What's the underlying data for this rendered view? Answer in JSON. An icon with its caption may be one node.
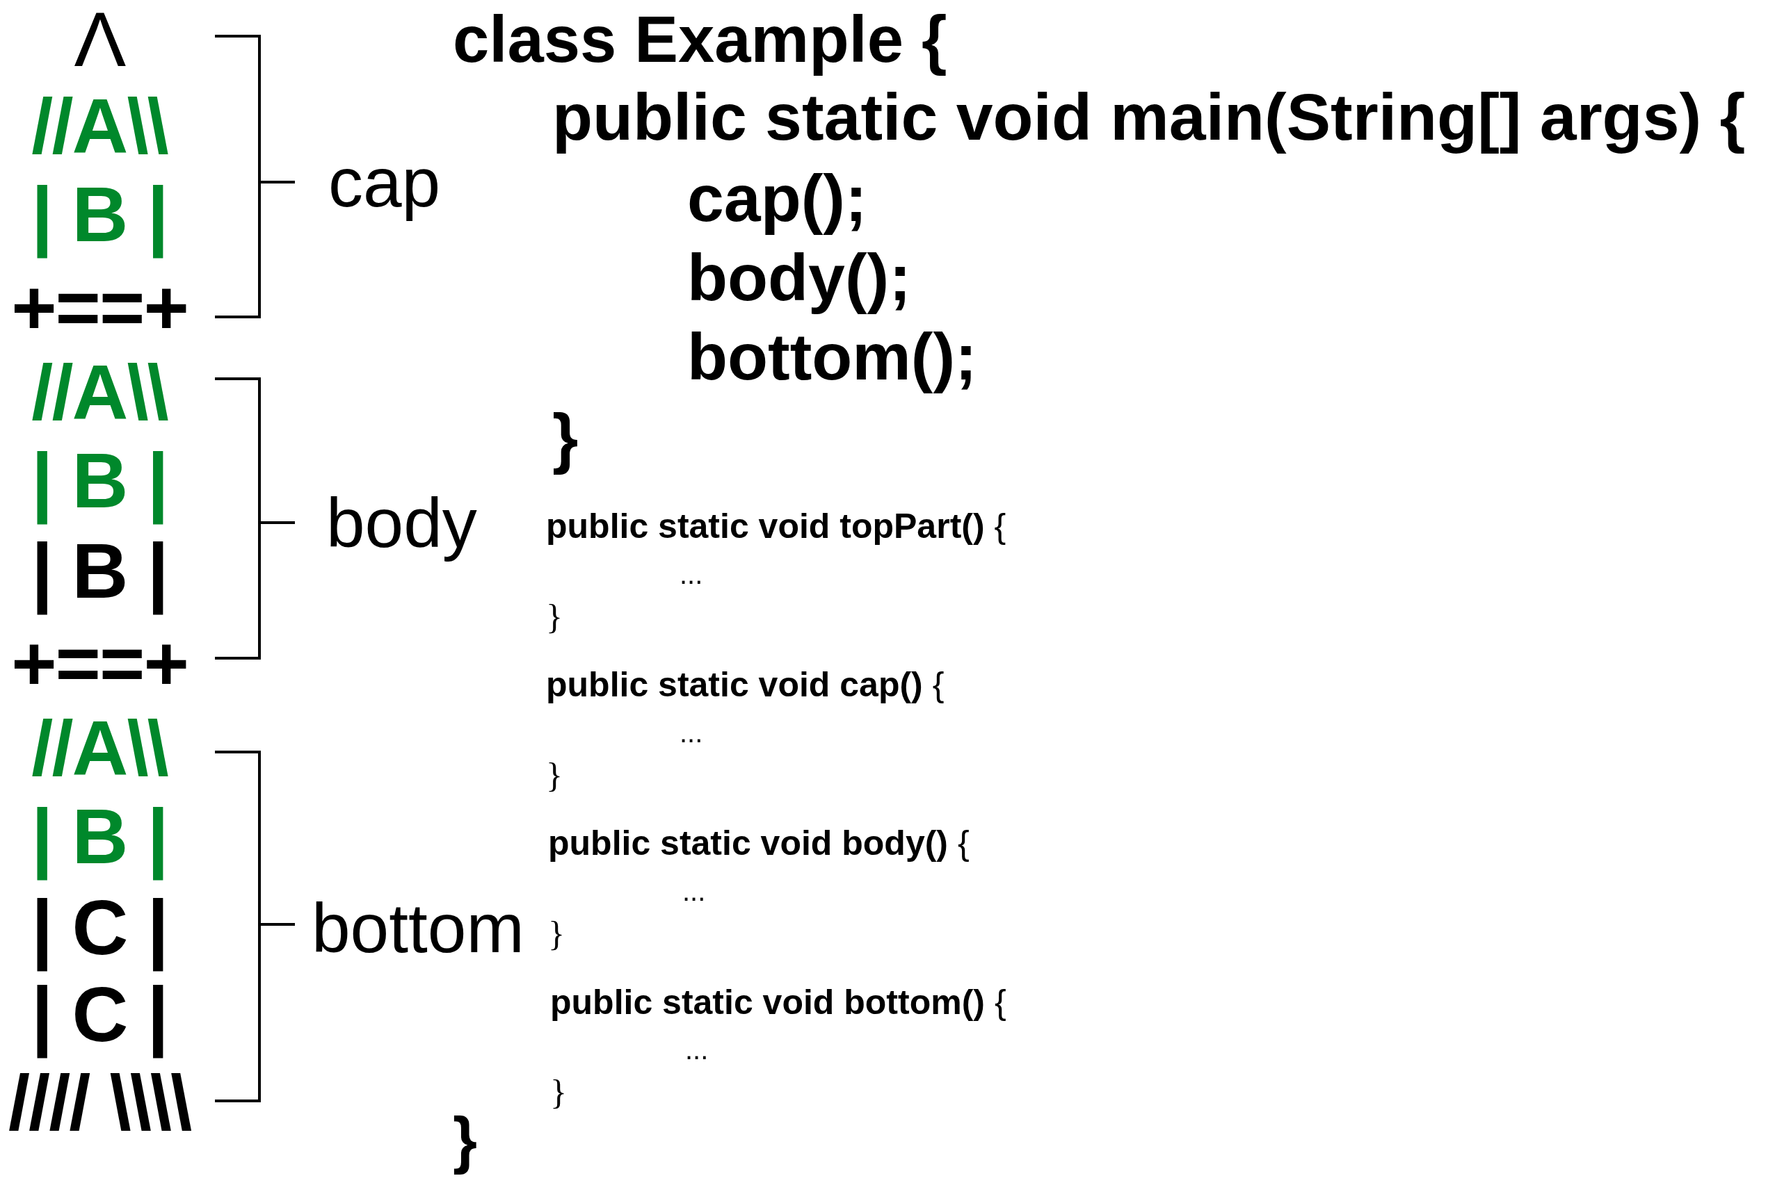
{
  "diagram": {
    "labels": [
      "Λ",
      "//A\\\\",
      "| B |",
      "+==+",
      "//A\\\\",
      "| B |",
      "| B |",
      "+==+",
      "//A\\\\",
      "| B |",
      "| C |",
      "| C |",
      "//// \\\\\\\\",
      "cap",
      "body",
      "bottom",
      "class Example {",
      "public static void main(String[] args) {",
      "cap();",
      "body();",
      "bottom();",
      "}",
      "**public static void topPart()** {",
      "...",
      "}",
      "**public static void cap()** {",
      "...",
      "}",
      "**public static void body()** {",
      "...",
      "}",
      "**public static void bottom()** {",
      "...",
      "}",
      "}"
    ]
  }
}
